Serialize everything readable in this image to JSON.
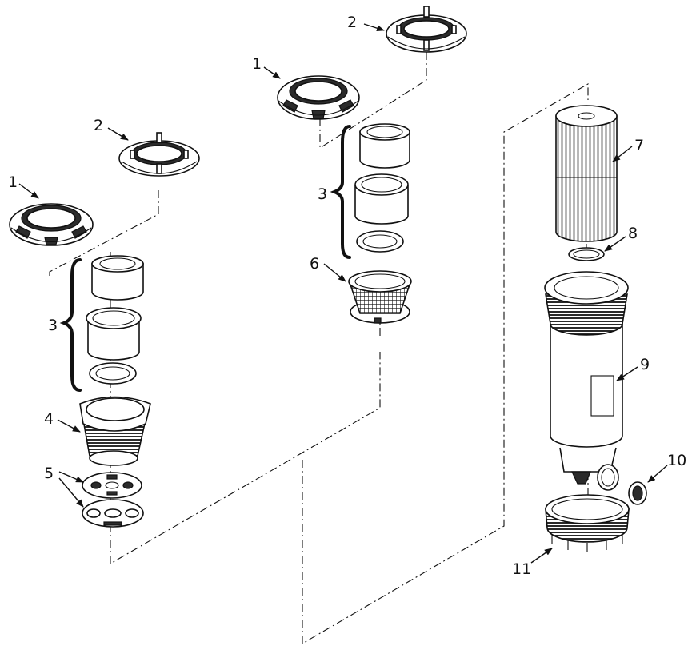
{
  "callouts": {
    "left_1": "1",
    "left_2": "2",
    "left_3": "3",
    "left_4": "4",
    "left_5": "5",
    "mid_1": "1",
    "mid_2": "2",
    "mid_3": "3",
    "mid_6": "6",
    "right_7": "7",
    "right_8": "8",
    "right_9": "9",
    "right_10": "10",
    "right_11": "11"
  }
}
